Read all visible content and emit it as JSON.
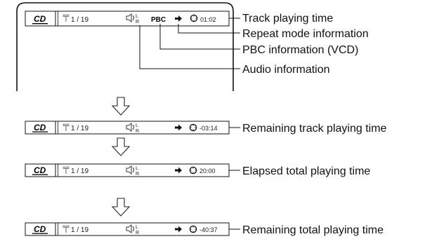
{
  "screen_1": {
    "disc_logo": "CD",
    "track": "1 / 19",
    "audio_l": "L",
    "audio_r": "R",
    "pbc": "PBC",
    "time": "01:02"
  },
  "callouts_1": [
    "Track playing time",
    "Repeat mode information",
    "PBC information (VCD)",
    "Audio information"
  ],
  "bars": [
    {
      "disc_logo": "CD",
      "track": "1 / 19",
      "audio_l": "L",
      "audio_r": "R",
      "time": "-03:14",
      "label": "Remaining track playing time"
    },
    {
      "disc_logo": "CD",
      "track": "1 / 19",
      "audio_l": "L",
      "audio_r": "R",
      "time": "20:00",
      "label": "Elapsed total playing time"
    },
    {
      "disc_logo": "CD",
      "track": "1 / 19",
      "audio_l": "L",
      "audio_r": "R",
      "time": "-40:37",
      "label": "Remaining total playing time"
    }
  ]
}
